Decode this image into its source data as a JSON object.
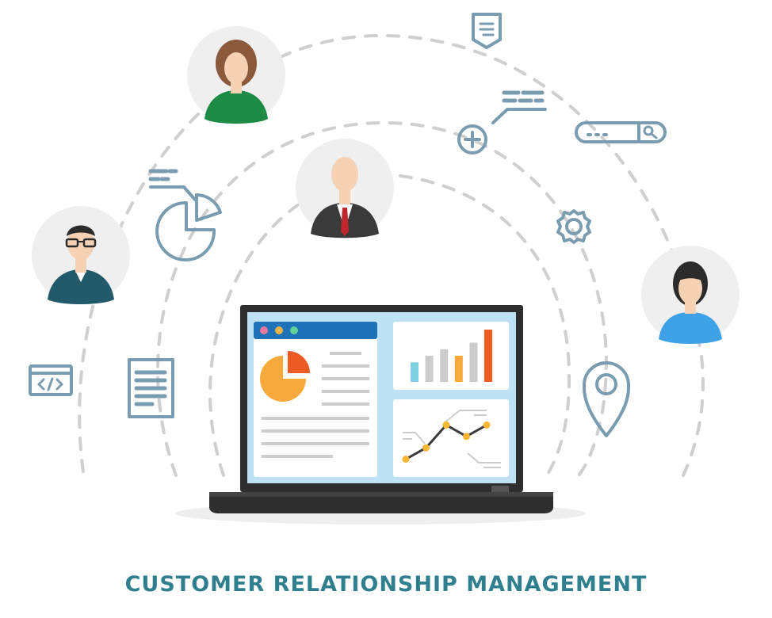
{
  "caption": "CUSTOMER RELATIONSHIP MANAGEMENT",
  "colors": {
    "caption": "#2f7f8f",
    "icon_stroke": "#7a9cb0",
    "dash": "#cfcfcf",
    "avatar_bg": "#efefef",
    "skin": "#f6d2b5",
    "laptop_body": "#2e2e2e",
    "screen_bg": "#bfe3f5",
    "window_bar": "#1f72b8",
    "pie_orange": "#f7a93b",
    "pie_red": "#ee5a24",
    "bar_cyan": "#7fd0e0",
    "bar_grey": "#cccccc",
    "line_point": "#f7b733"
  },
  "people": [
    {
      "name": "woman-green-sweater",
      "hair": "#8b5a3c",
      "shirt": "#1d8a45"
    },
    {
      "name": "man-suit",
      "hair": "#f6d2b5",
      "shirt": "#3a3a3a"
    },
    {
      "name": "man-glasses",
      "hair": "#2b2b2b",
      "shirt": "#225a6b"
    },
    {
      "name": "woman-blue-shirt",
      "hair": "#2b2b2b",
      "shirt": "#3fa2e6"
    }
  ],
  "icons": [
    "tag-icon",
    "chat-bubble-icon",
    "search-bar-icon",
    "plus-circle-icon",
    "gear-icon",
    "pie-chart-icon",
    "code-window-icon",
    "document-icon",
    "location-pin-icon"
  ],
  "screen_window_buttons": [
    "#e87aa0",
    "#f0b44c",
    "#5fd39a"
  ],
  "screen_pie": [
    {
      "segment": "large",
      "color": "#f7a93b"
    },
    {
      "segment": "small",
      "color": "#ee5a24"
    }
  ],
  "chart_data": {
    "type": "bar",
    "bars": [
      {
        "value": 3,
        "color": "#7fd0e0"
      },
      {
        "value": 4,
        "color": "#cccccc"
      },
      {
        "value": 5,
        "color": "#cccccc"
      },
      {
        "value": 4,
        "color": "#f7a93b"
      },
      {
        "value": 6,
        "color": "#cccccc"
      },
      {
        "value": 8,
        "color": "#ee5a24"
      }
    ],
    "ylim": [
      0,
      8
    ]
  },
  "line_data": {
    "type": "line",
    "values": [
      1,
      2,
      4,
      3,
      4
    ],
    "ylim": [
      0,
      5
    ]
  }
}
